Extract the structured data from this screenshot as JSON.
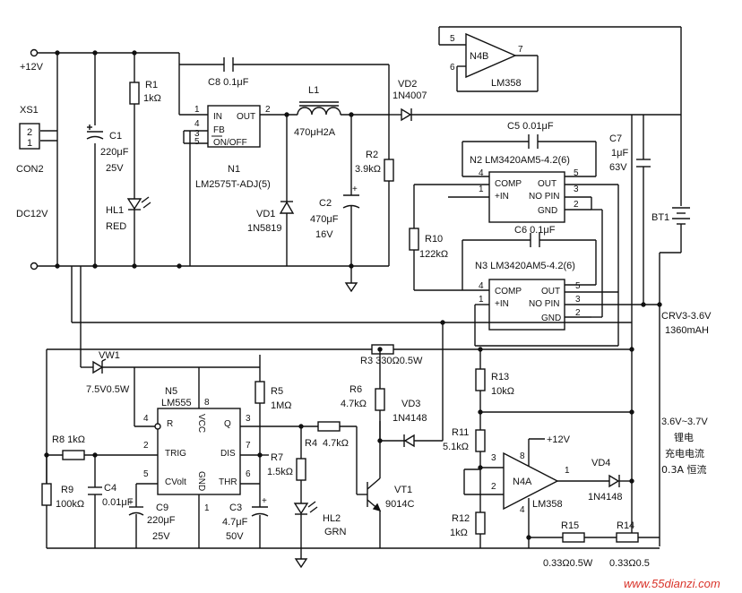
{
  "labels": {
    "v12": "+12V",
    "xs1": "XS1",
    "con2": "CON2",
    "dc12v": "DC12V",
    "pin2": "2",
    "pin1": "1",
    "c1": "C1",
    "c1v": "220μF",
    "c1r": "25V",
    "r1": "R1",
    "r1v": "1kΩ",
    "hl1": "HL1",
    "hl1c": "RED",
    "c8": "C8  0.1μF",
    "n1": "N1",
    "n1p": "LM2575T-ADJ(5)",
    "n1in": "IN",
    "n1out": "OUT",
    "n1fb": "FB",
    "n1onoff": "ON/OFF",
    "n1p1": "1",
    "n1p4": "4",
    "n1p3": "3",
    "n1p5": "5",
    "n1p2": "2",
    "vd1": "VD1",
    "vd1p": "1N5819",
    "l1": "L1",
    "l1v": "470μH2A",
    "c2": "C2",
    "c2v": "470μF",
    "c2r": "16V",
    "r2": "R2",
    "r2v": "3.9kΩ",
    "vd2": "VD2",
    "vd2p": "1N4007",
    "n4b": "N4B",
    "n4bp": "LM358",
    "n4b5": "5",
    "n4b6": "6",
    "n4b7": "7",
    "c5": "C5  0.01μF",
    "c7": "C7",
    "c7v": "1μF",
    "c7r": "63V",
    "n2": "N2  LM3420AM5-4.2(6)",
    "comp": "COMP",
    "pin_in": "+IN",
    "out": "OUT",
    "nopin": "NO PIN",
    "gnd": "GND",
    "n2p4": "4",
    "n2p1": "1",
    "n2p5": "5",
    "n2p3": "3",
    "n2p2": "2",
    "r10": "R10",
    "r10v": "122kΩ",
    "c6": "C6  0.1μF",
    "n3": "N3  LM3420AM5-4.2(6)",
    "n3p4": "4",
    "n3p1": "1",
    "n3p5": "5",
    "n3p3": "3",
    "n3p2": "2",
    "bt1": "BT1",
    "crv": "CRV3-3.6V",
    "crvmah": "1360mAH",
    "vw1": "VW1",
    "vw1v": "7.5V0.5W",
    "n5": "N5",
    "n5p": "LM555",
    "n5r": "R",
    "n5vcc": "VCC",
    "n5q": "Q",
    "n5trig": "TRIG",
    "n5dis": "DIS",
    "n5cv": "CVolt",
    "n5gnd": "GND",
    "n5thr": "THR",
    "n5p4": "4",
    "n5p8": "8",
    "n5p3": "3",
    "n5p2": "2",
    "n5p7": "7",
    "n5p5": "5",
    "n5p6": "6",
    "n5p1": "1",
    "r3": "R3  330Ω0.5W",
    "r5": "R5",
    "r5v": "1MΩ",
    "r6": "R6",
    "r6v": "4.7kΩ",
    "vd3": "VD3",
    "vd3p": "1N4148",
    "r13": "R13",
    "r13v": "10kΩ",
    "r8": "R8  1kΩ",
    "r9": "R9",
    "r9v": "100kΩ",
    "c4": "C4",
    "c4v": "0.01μF",
    "c9": "C9",
    "c9v": "220μF",
    "c9r": "25V",
    "c3": "C3",
    "c3v": "4.7μF",
    "c3r": "50V",
    "r7": "R7",
    "r7v": "1.5kΩ",
    "r4": "R4",
    "r4v": "4.7kΩ",
    "hl2": "HL2",
    "hl2c": "GRN",
    "vt1": "VT1",
    "vt1p": "9014C",
    "r11": "R11",
    "r11v": "5.1kΩ",
    "r12": "R12",
    "r12v": "1kΩ",
    "n4a": "N4A",
    "n4ap": "LM358",
    "n4a8": "8",
    "n4a3": "3",
    "n4a2": "2",
    "n4a1": "1",
    "n4a4": "4",
    "n4av": "+12V",
    "vd4": "VD4",
    "vd4p": "1N4148",
    "r15": "R15",
    "r15v": "0.33Ω0.5W",
    "r14": "R14",
    "r14v": "0.33Ω0.5",
    "ch1": "3.6V~3.7V",
    "ch2": "锂电",
    "ch3": "充电电流",
    "ch4": "0.3A 恒流",
    "watermark": "www.55dianzi.com"
  }
}
